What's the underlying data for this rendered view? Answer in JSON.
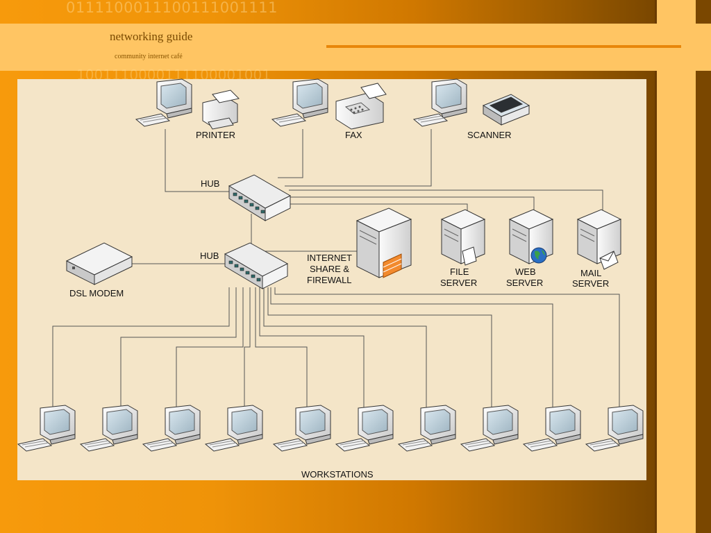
{
  "slide": {
    "title": "networking guide",
    "subtitle": "community internet café",
    "binary_text_top": "0111100011100111001111",
    "binary_text_bottom": "1001110000111100001001"
  },
  "diagram": {
    "labels": {
      "printer": "PRINTER",
      "fax": "FAX",
      "scanner": "SCANNER",
      "hub_top": "HUB",
      "hub_bottom": "HUB",
      "dsl_modem": "DSL MODEM",
      "internet_1": "INTERNET",
      "internet_2": "SHARE &",
      "internet_3": "FIREWALL",
      "file_1": "FILE",
      "file_2": "SERVER",
      "web_1": "WEB",
      "web_2": "SERVER",
      "mail_1": "MAIL",
      "mail_2": "SERVER",
      "workstations": "WORKSTATIONS"
    },
    "workstation_count": 10,
    "icons": [
      "computer-icon",
      "printer-icon",
      "fax-icon",
      "scanner-icon",
      "hub-icon",
      "dsl-modem-icon",
      "server-icon",
      "globe-icon",
      "envelope-icon",
      "keyboard-icon"
    ],
    "colors": {
      "panel": "#f4e5c8",
      "line": "#555555",
      "band": "#ffc563",
      "accent": "#e8860a"
    }
  }
}
